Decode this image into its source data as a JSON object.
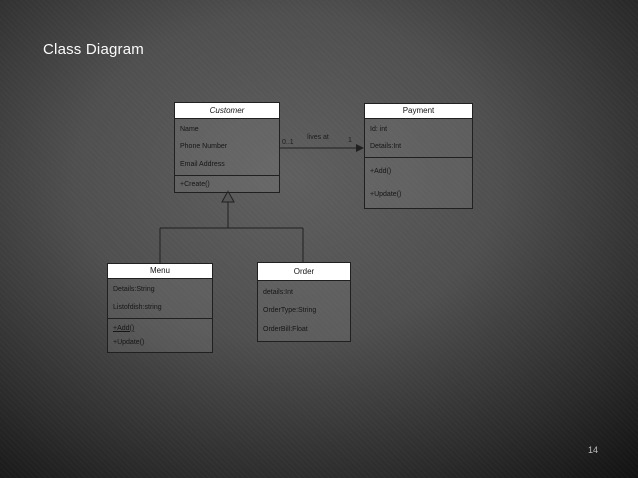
{
  "slide": {
    "title": "Class Diagram",
    "page_number": "14"
  },
  "diagram": {
    "classes": {
      "customer": {
        "name": "Customer",
        "attributes": [
          "Name",
          "Phone Number",
          "Email Address"
        ],
        "methods": [
          "+Create()"
        ]
      },
      "payment": {
        "name": "Payment",
        "attributes": [
          "Id: int",
          "Details:Int"
        ],
        "methods": [
          "+Add()",
          "+Update()"
        ]
      },
      "menu": {
        "name": "Menu",
        "attributes": [
          "Details:String",
          "Listofdish:string"
        ],
        "methods": [
          "+Add()",
          "+Update()"
        ]
      },
      "order": {
        "name": "Order",
        "attributes": [
          "details:Int",
          "OrderType:String",
          "OrderBill:Float"
        ],
        "methods": []
      }
    },
    "association": {
      "label": "lives at",
      "source_multiplicity": "0..1",
      "target_multiplicity": "1"
    },
    "relationships": {
      "generalization": "Menu and Order inherit from Customer"
    },
    "colors": {
      "header_bg": "#ffffff",
      "box_text": "#161616",
      "line": "#202020",
      "title_text": "#fbfbfb"
    }
  }
}
